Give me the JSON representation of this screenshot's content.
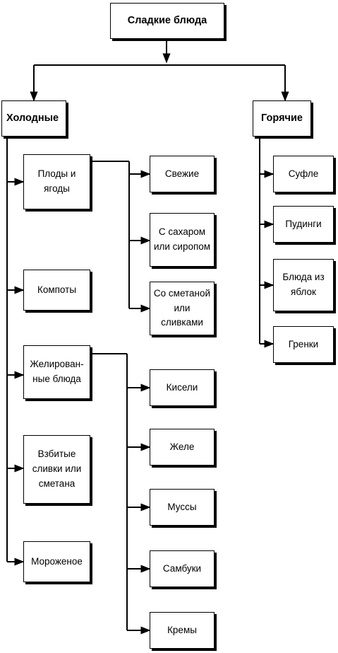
{
  "root": "Сладкие блюда",
  "cold": {
    "title": "Холодные",
    "fruits": "Плоды и\nягоды",
    "fresh": "Свежие",
    "sugar": "С сахаром\nили сиропом",
    "cream": "Со сметаной\nили сливками",
    "compotes": "Компоты",
    "jellied": "Желирован-\nные блюда",
    "kissel": "Кисели",
    "jelly": "Желе",
    "mousse": "Муссы",
    "sambuca": "Самбуки",
    "creams": "Кремы",
    "whipped": "Взбитые\nсливки или\nсметана",
    "icecream": "Мороженое"
  },
  "hot": {
    "title": "Горячие",
    "souffle": "Суфле",
    "puddings": "Пудинги",
    "apple": "Блюда из\nяблок",
    "croutons": "Гренки"
  }
}
